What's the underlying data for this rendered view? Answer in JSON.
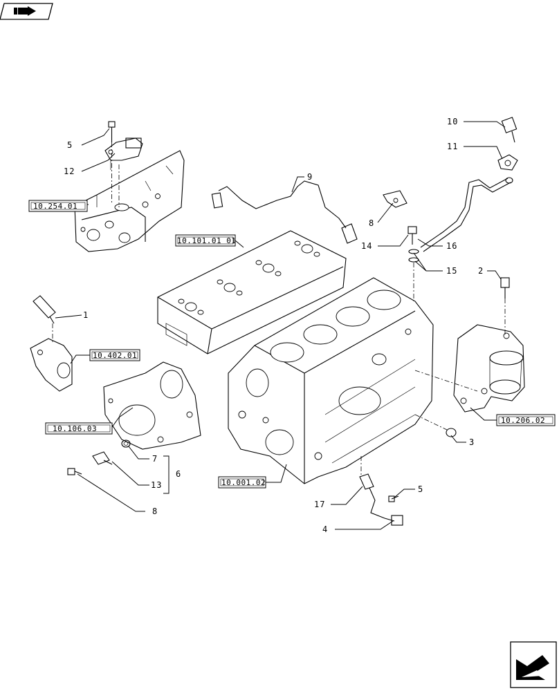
{
  "top_left_icon": "book-pointer-icon",
  "bottom_right_icon": "next-page-arrow-icon",
  "part_labels": [
    "5",
    "12",
    "9",
    "10",
    "11",
    "8",
    "14",
    "16",
    "15",
    "2",
    "1",
    "7",
    "13",
    "6",
    "8",
    "3",
    "17",
    "5",
    "4"
  ],
  "reference_labels": [
    "10.254.01",
    "10.101.01 01",
    "10.402.01",
    "10.106.03",
    "10.001.02",
    "10.206.02"
  ]
}
